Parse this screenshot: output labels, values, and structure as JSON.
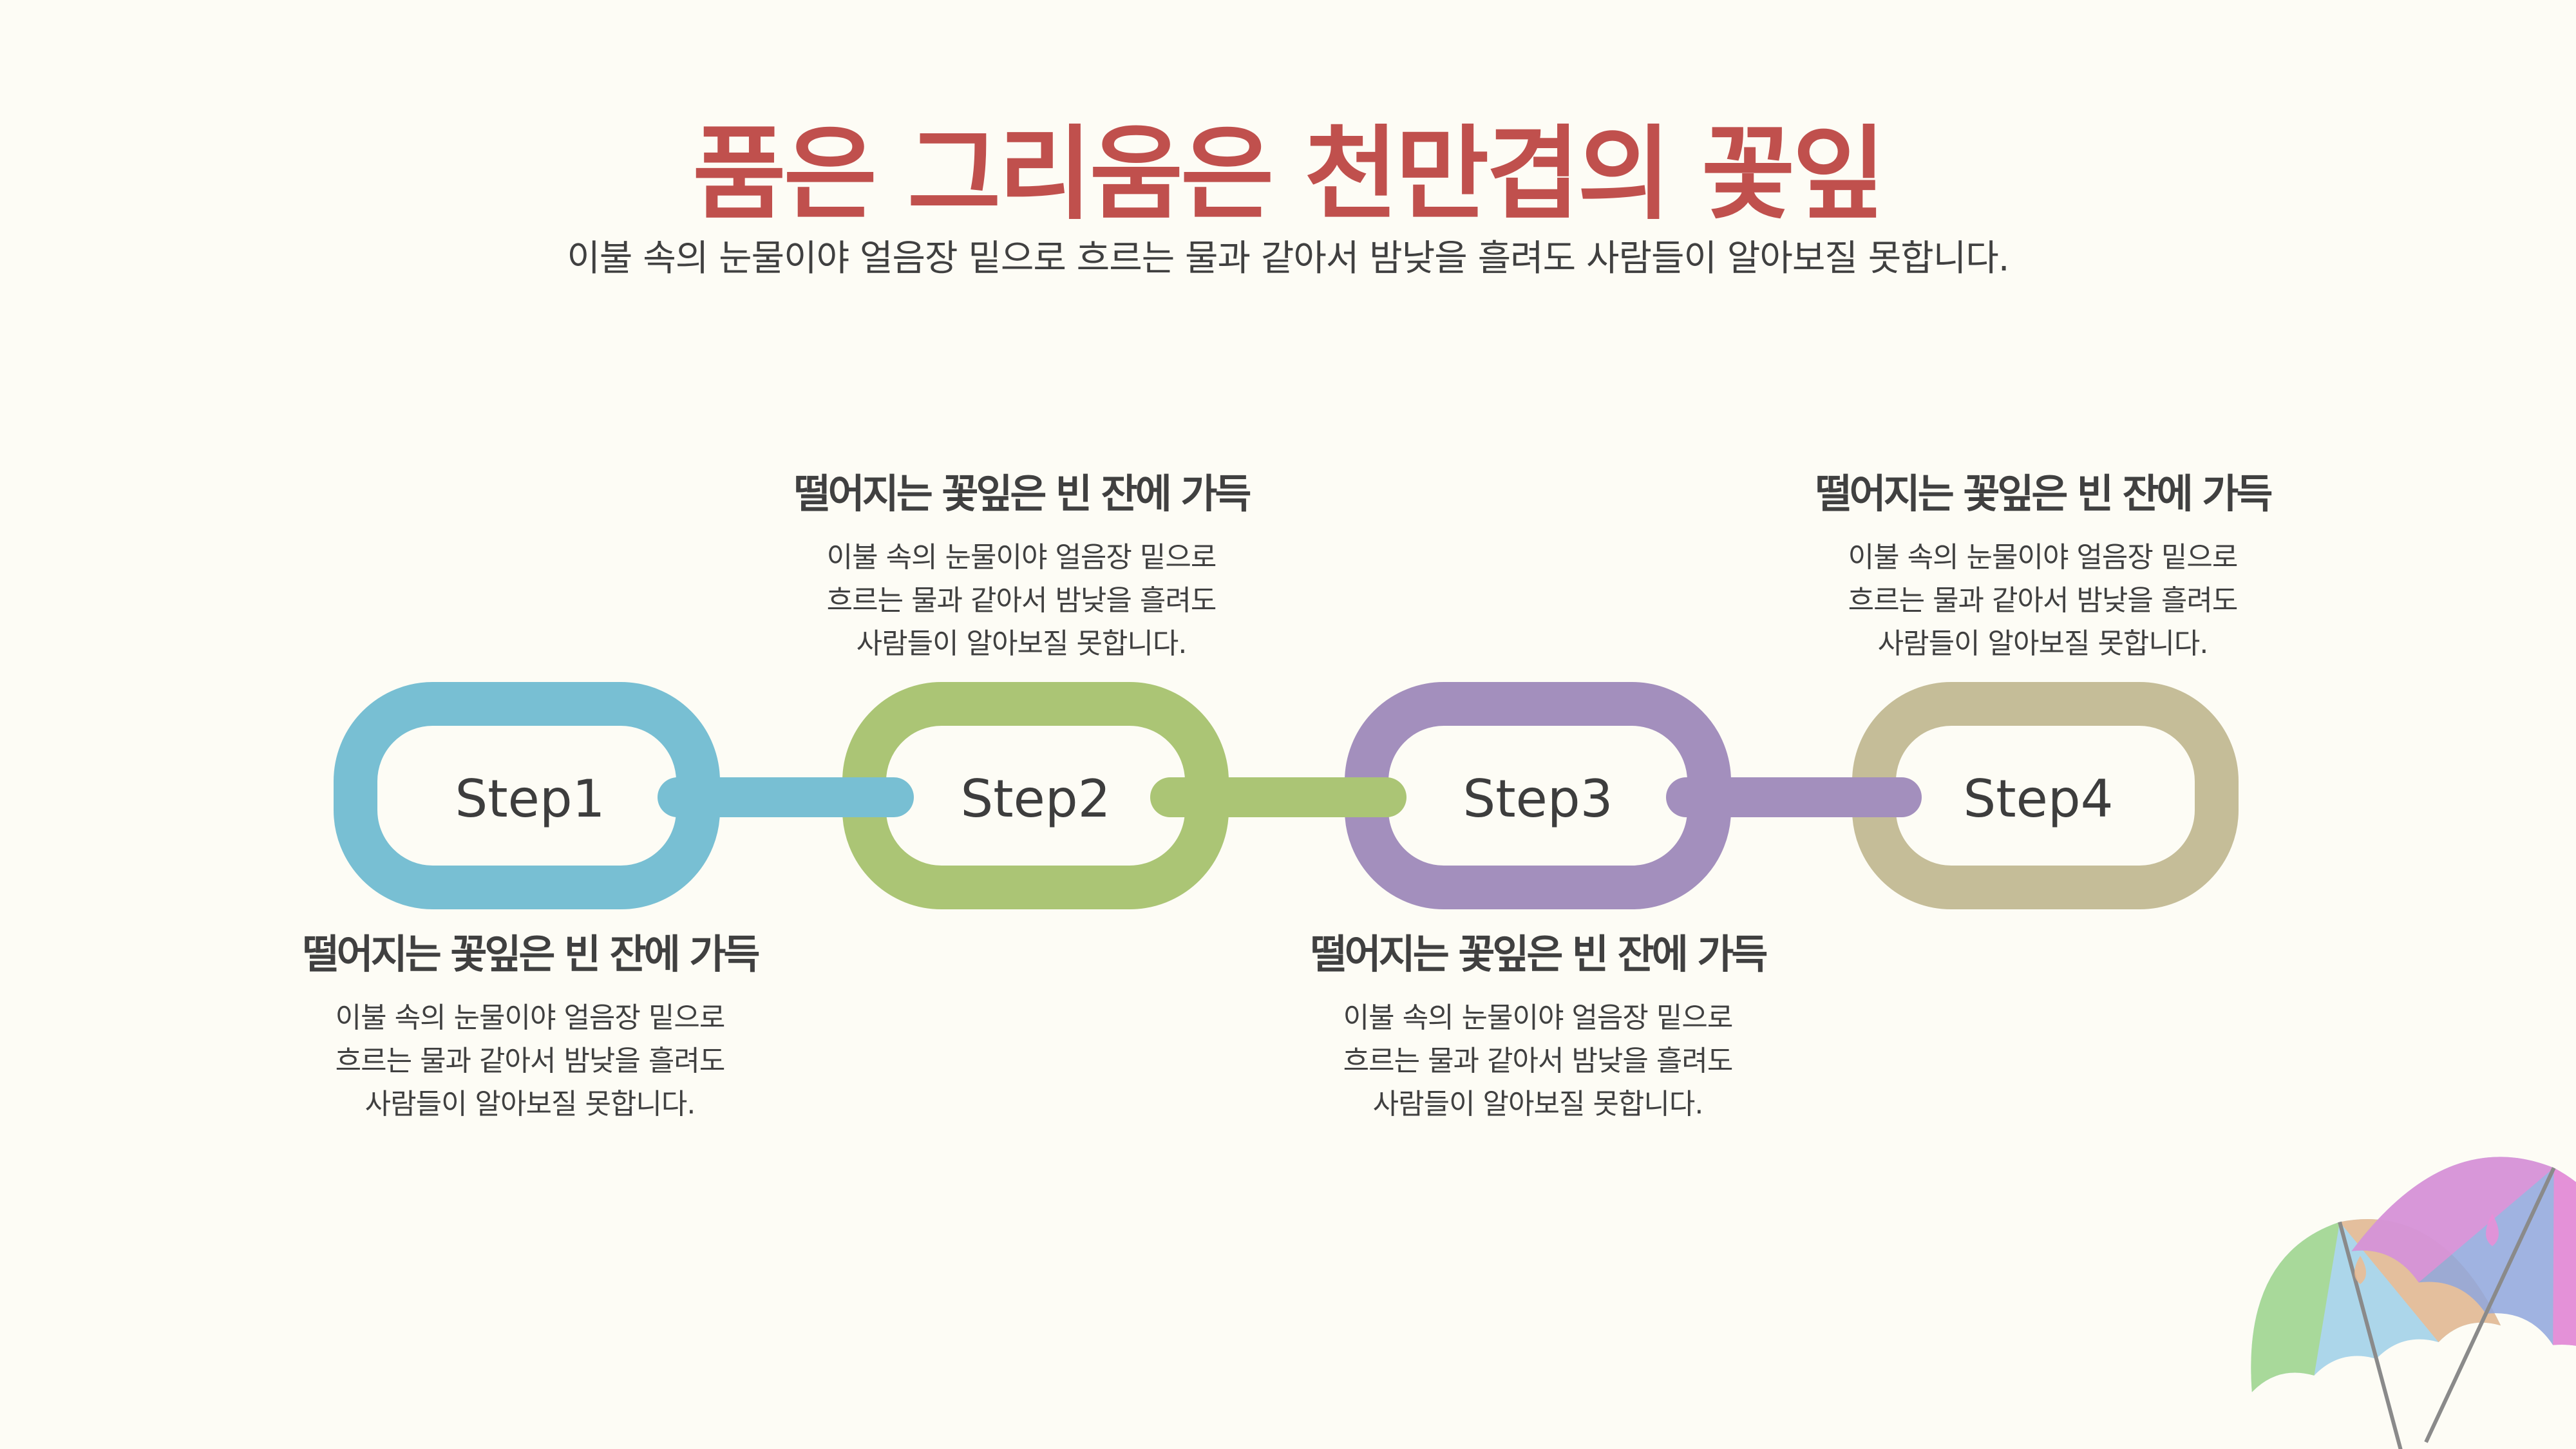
{
  "header": {
    "title": "품은 그리움은 천만겹의 꽃잎",
    "subtitle": "이불 속의 눈물이야 얼음장 밑으로 흐르는 물과 같아서 밤낮을 흘려도 사람들이 알아보질 못합니다."
  },
  "steps": [
    {
      "label": "Step1",
      "color": "#78bfd3",
      "text_position": "below",
      "heading": "떨어지는 꽃잎은 빈 잔에 가득",
      "lines": [
        "이불 속의 눈물이야 얼음장 밑으로",
        "흐르는 물과 같아서 밤낮을 흘려도",
        "사람들이 알아보질 못합니다."
      ]
    },
    {
      "label": "Step2",
      "color": "#abc575",
      "text_position": "above",
      "heading": "떨어지는 꽃잎은 빈 잔에 가득",
      "lines": [
        "이불 속의 눈물이야 얼음장 밑으로",
        "흐르는 물과 같아서 밤낮을 흘려도",
        "사람들이 알아보질 못합니다."
      ]
    },
    {
      "label": "Step3",
      "color": "#a38fbd",
      "text_position": "below",
      "heading": "떨어지는 꽃잎은 빈 잔에 가득",
      "lines": [
        "이불 속의 눈물이야 얼음장 밑으로",
        "흐르는 물과 같아서 밤낮을 흘려도",
        "사람들이 알아보질 못합니다."
      ]
    },
    {
      "label": "Step4",
      "color": "#c5bd98",
      "text_position": "above",
      "heading": "떨어지는 꽃잎은 빈 잔에 가득",
      "lines": [
        "이불 속의 눈물이야 얼음장 밑으로",
        "흐르는 물과 같아서 밤낮을 흘려도",
        "사람들이 알아보질 못합니다."
      ]
    }
  ],
  "connectors": [
    {
      "color": "#78bfd3"
    },
    {
      "color": "#abc575"
    },
    {
      "color": "#a38fbd"
    }
  ],
  "decoration": {
    "icon": "umbrella-icon",
    "colors": [
      "#f08bd6",
      "#8fa6dd",
      "#9ecfe8",
      "#a7d98c",
      "#f3b98a"
    ]
  }
}
